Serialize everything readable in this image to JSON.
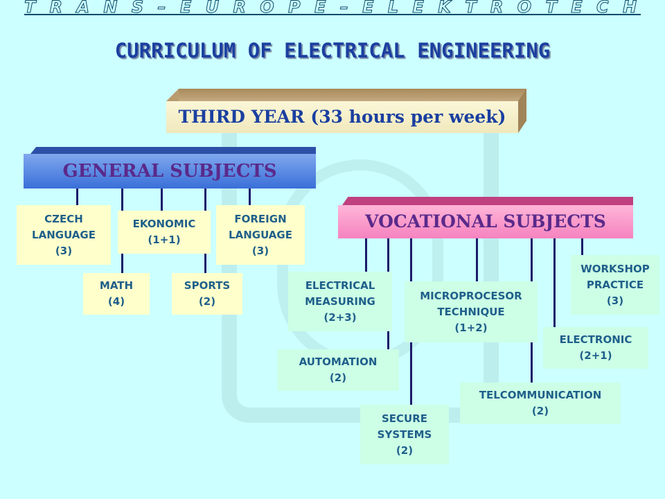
{
  "header": {
    "company": "T R A N S – E U R O P E – E L E K T R O T E C H",
    "title": "CURRICULUM OF ELECTRICAL ENGINEERING"
  },
  "year": {
    "label": "THIRD YEAR (33 hours per week)"
  },
  "general": {
    "label": "GENERAL SUBJECTS",
    "czech": {
      "line1": "CZECH",
      "line2": "LANGUAGE",
      "hours": "(3)"
    },
    "math": {
      "line1": "MATH",
      "hours": "(4)"
    },
    "ekonomic": {
      "line1": "EKONOMIC",
      "hours": "(1+1)"
    },
    "sports": {
      "line1": "SPORTS",
      "hours": "(2)"
    },
    "foreign": {
      "line1": "FOREIGN",
      "line2": "LANGUAGE",
      "hours": "(3)"
    }
  },
  "vocational": {
    "label": "VOCATIONAL SUBJECTS",
    "measuring": {
      "line1": "ELECTRICAL",
      "line2": "MEASURING",
      "hours": "(2+3)"
    },
    "automation": {
      "line1": "AUTOMATION",
      "hours": "(2)"
    },
    "secure": {
      "line1": "SECURE",
      "line2": "SYSTEMS",
      "hours": "(2)"
    },
    "micro": {
      "line1": "MICROPROCESOR",
      "line2": "TECHNIQUE",
      "hours": "(1+2)"
    },
    "telco": {
      "line1": "TELCOMMUNICATION",
      "hours": "(2)"
    },
    "electronic": {
      "line1": "ELECTRONIC",
      "hours": "(2+1)"
    },
    "workshop": {
      "line1": "WORKSHOP",
      "line2": "PRACTICE",
      "hours": "(3)"
    }
  }
}
